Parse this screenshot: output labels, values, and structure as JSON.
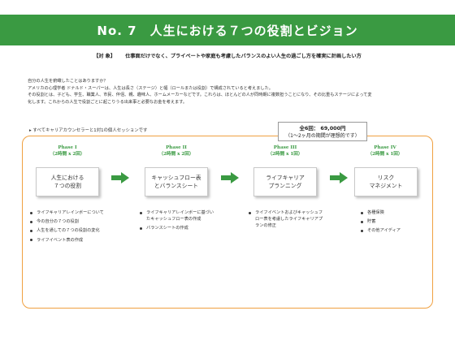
{
  "header": {
    "title": "No. 7　人生における７つの役割とビジョン"
  },
  "target": {
    "label": "【対 象】",
    "text": "仕事面だけでなく、プライベートや家庭も考慮したバランスのよい人生の過ごし方を確実に計画したい方"
  },
  "intro": {
    "lines": [
      "自分の人生を俯瞰したことはありますか？",
      "アメリカの心理学者 ドナルド・スーパーは、人生は長さ（ステージ）と幅（ロールまたは役割）で構成されていると考えました。",
      "その役割とは、子ども、学生、職業人、市民、伴侶、親、趣味人、ホームメーカーなどです。これらは、ほとんどの人が同時期に複数担うことになり、その比重もステージによって変",
      "化します。これからの人生で役割ごとに起こりうる出来事と必要なお金を考えます。"
    ]
  },
  "session_note": "▸ すべてキャリアカウンセラーと1対1の個人セッションです",
  "fee": {
    "main": "全6回： 69,000円",
    "sub": "（1～2ヶ月の期間が理想的です）"
  },
  "phases": [
    {
      "name": "Phase I",
      "detail": "（2時間 x 2回）",
      "box_lines": [
        "人生における",
        "７つの役割"
      ],
      "bullets": [
        "ライフキャリアレインボーについて",
        "今の自分の７つの役割",
        "人生を通しての７つの役割の変化",
        "ライフイベント表の作成"
      ]
    },
    {
      "name": "Phase II",
      "detail": "（2時間 x 2回）",
      "box_lines": [
        "キャッシュフロー表",
        "とバランスシート"
      ],
      "bullets": [
        "ライフキャリアレインボーに基づいたキャッシュフロー表の作成",
        "バランスシートの作成"
      ]
    },
    {
      "name": "Phase III",
      "detail": "（2時間 x 1回）",
      "box_lines": [
        "ライフキャリア",
        "プランニング"
      ],
      "bullets": [
        "ライフイベントおよびキャッシュフロー表を考慮したライフキャリアプランの修正"
      ]
    },
    {
      "name": "Phase IV",
      "detail": "（2時間 x 1回）",
      "box_lines": [
        "リスク",
        "マネジメント"
      ],
      "bullets": [
        "各種保険",
        "貯蓄",
        "その他アイディア"
      ]
    }
  ],
  "colors": {
    "accent_green": "#3a9a42",
    "frame_orange": "#f0a040"
  }
}
